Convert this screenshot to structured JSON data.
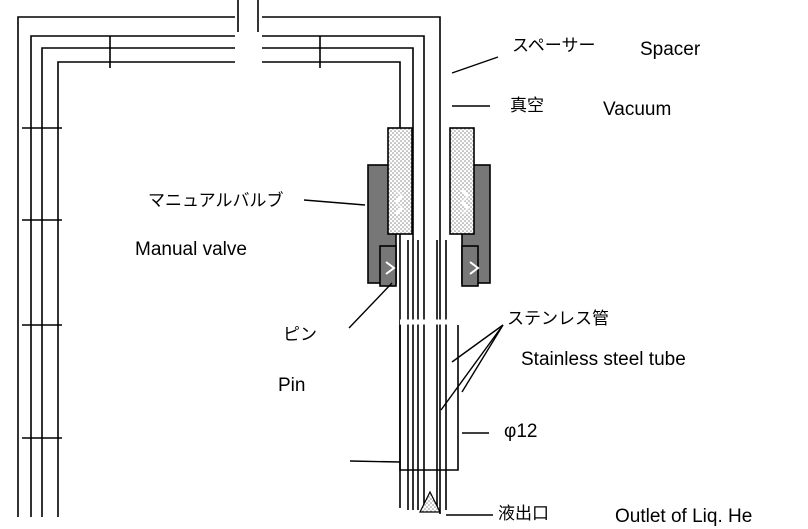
{
  "labels": {
    "spacer_jp": "スペーサー",
    "spacer_en": "Spacer",
    "vacuum_jp": "真空",
    "vacuum_en": "Vacuum",
    "manual_valve_jp": "マニュアルバルブ",
    "manual_valve_en": "Manual valve",
    "pin_jp": "ピン",
    "pin_en": "Pin",
    "stainless_jp": "ステンレス管",
    "stainless_en": "Stainless steel tube",
    "diameter": "φ12",
    "outlet_jp": "液出口",
    "outlet_en": "Outlet of Liq. He"
  },
  "colors": {
    "line": "#000000",
    "valve_body": "#777777",
    "stipple": "#9a9a9a",
    "background": "#ffffff"
  }
}
